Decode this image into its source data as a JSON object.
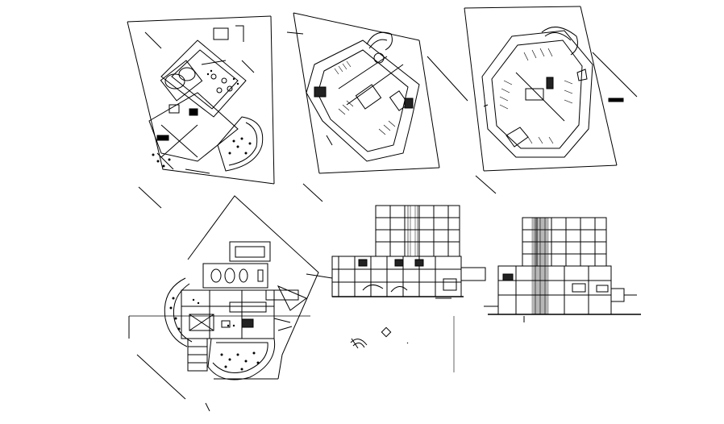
{
  "drawing": {
    "background": "#ffffff",
    "ink": "#000000",
    "hatch": "#222222"
  },
  "views": [
    {
      "id": "ground-floor-plan-top",
      "kind": "plan"
    },
    {
      "id": "basement-parking-plan-1",
      "kind": "plan"
    },
    {
      "id": "basement-parking-plan-2",
      "kind": "plan"
    },
    {
      "id": "ground-floor-plan-large",
      "kind": "plan"
    },
    {
      "id": "front-elevation",
      "kind": "elevation"
    },
    {
      "id": "side-elevation",
      "kind": "elevation"
    }
  ]
}
